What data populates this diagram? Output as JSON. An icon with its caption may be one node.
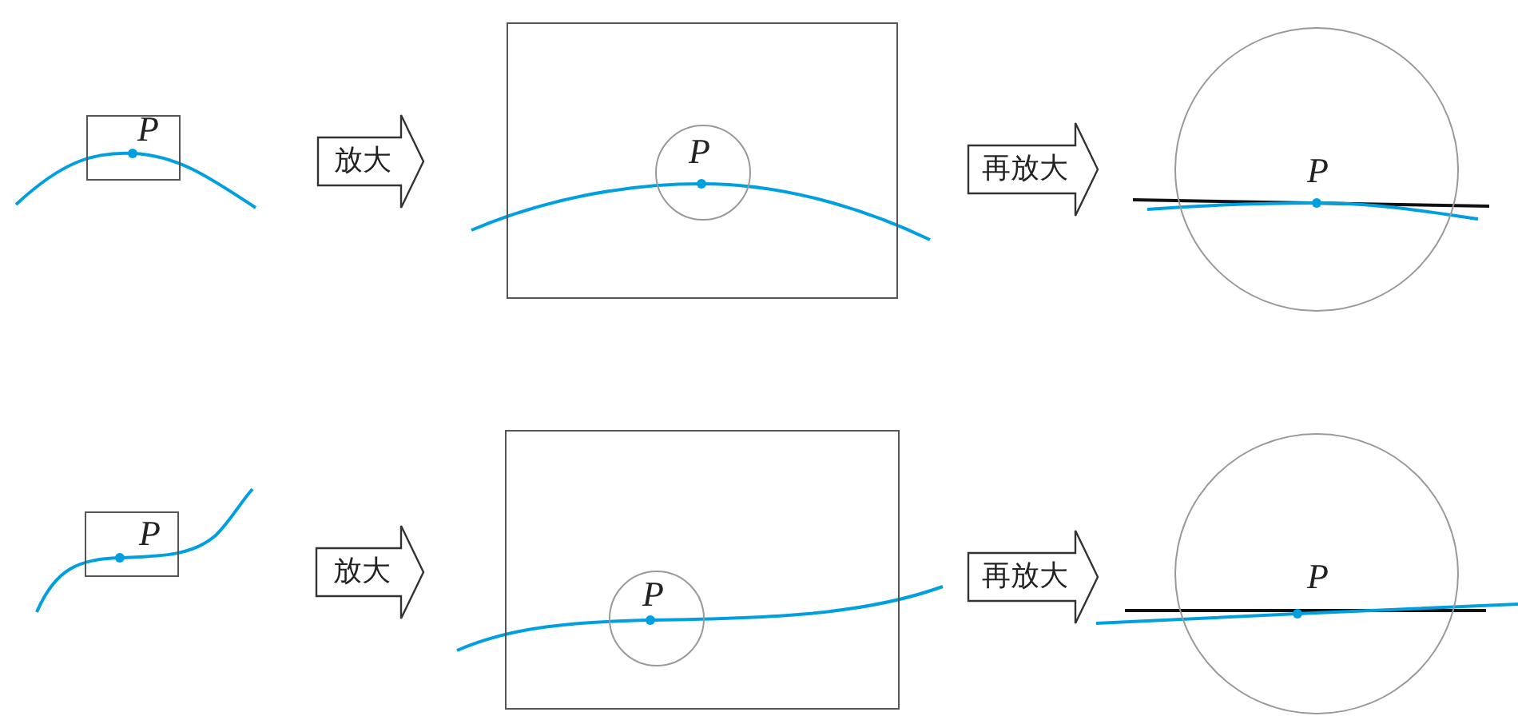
{
  "diagram": {
    "nodes": [
      {
        "text": [
          "P"
        ]
      },
      {
        "text": [],
        "shape": "box"
      },
      {
        "text": [
          "P"
        ],
        "in": 1
      },
      {
        "text": [
          "P"
        ]
      },
      {
        "text": [
          "P"
        ]
      },
      {
        "text": [],
        "shape": "box"
      },
      {
        "text": [
          "P"
        ],
        "in": 5
      },
      {
        "text": [
          "P"
        ]
      }
    ],
    "edges": [
      {
        "from": 0,
        "to": 1,
        "arrow": "to",
        "label": "放大"
      },
      {
        "from": 1,
        "to": 3,
        "arrow": "to",
        "label": "再放大"
      },
      {
        "from": 4,
        "to": 5,
        "arrow": "to",
        "label": "放大"
      },
      {
        "from": 5,
        "to": 7,
        "arrow": "to",
        "label": "再放大"
      }
    ]
  }
}
